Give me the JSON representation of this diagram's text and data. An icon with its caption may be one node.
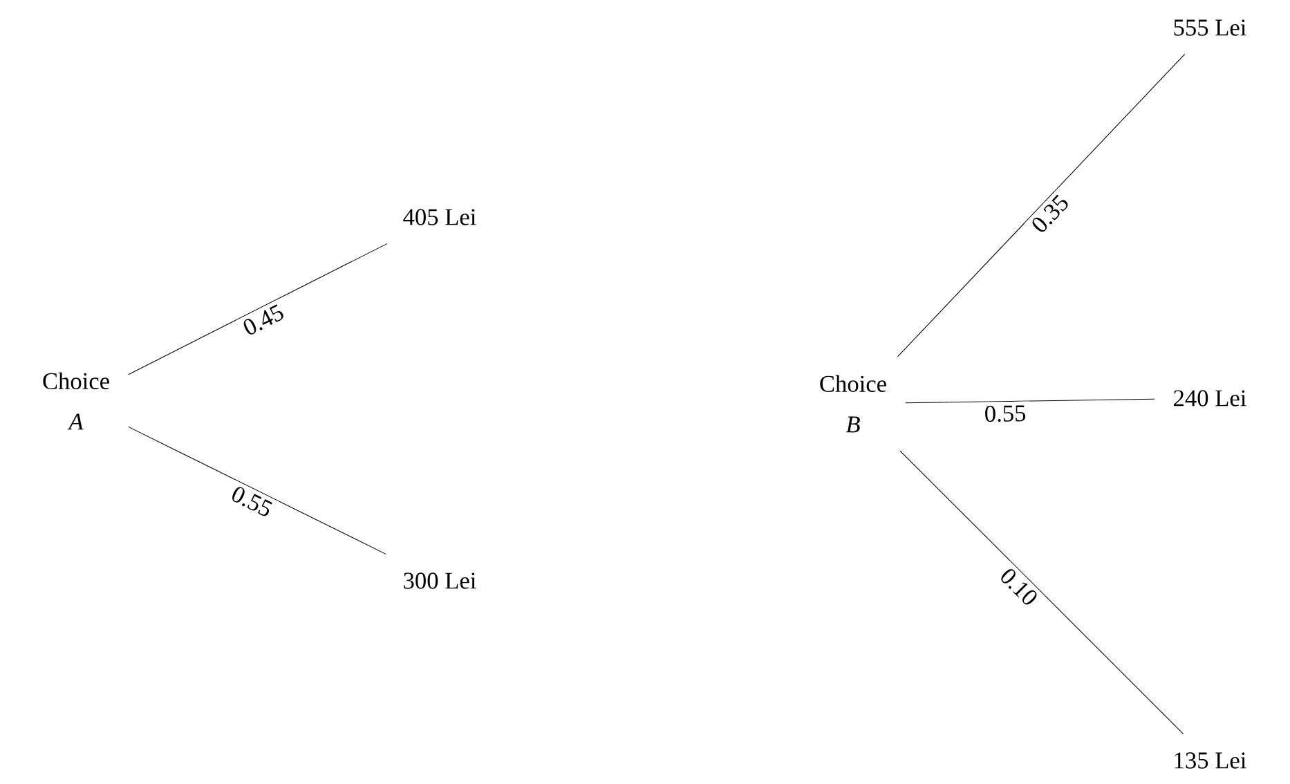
{
  "diagram": {
    "nodes": [
      {
        "text": [
          "Choice",
          "A"
        ]
      },
      {
        "text": [
          "405 Lei"
        ]
      },
      {
        "text": [
          "300 Lei"
        ]
      },
      {
        "text": [
          "Choice",
          "B"
        ]
      },
      {
        "text": [
          "555 Lei"
        ]
      },
      {
        "text": [
          "240 Lei"
        ]
      },
      {
        "text": [
          "135 Lei"
        ]
      }
    ],
    "edges": [
      {
        "from": 0,
        "to": 1,
        "arrow": "none",
        "label": "0.45"
      },
      {
        "from": 0,
        "to": 2,
        "arrow": "none",
        "label": "0.55"
      },
      {
        "from": 3,
        "to": 4,
        "arrow": "none",
        "label": "0.35"
      },
      {
        "from": 3,
        "to": 5,
        "arrow": "none",
        "label": "0.55"
      },
      {
        "from": 3,
        "to": 6,
        "arrow": "none",
        "label": "0.10"
      }
    ]
  }
}
